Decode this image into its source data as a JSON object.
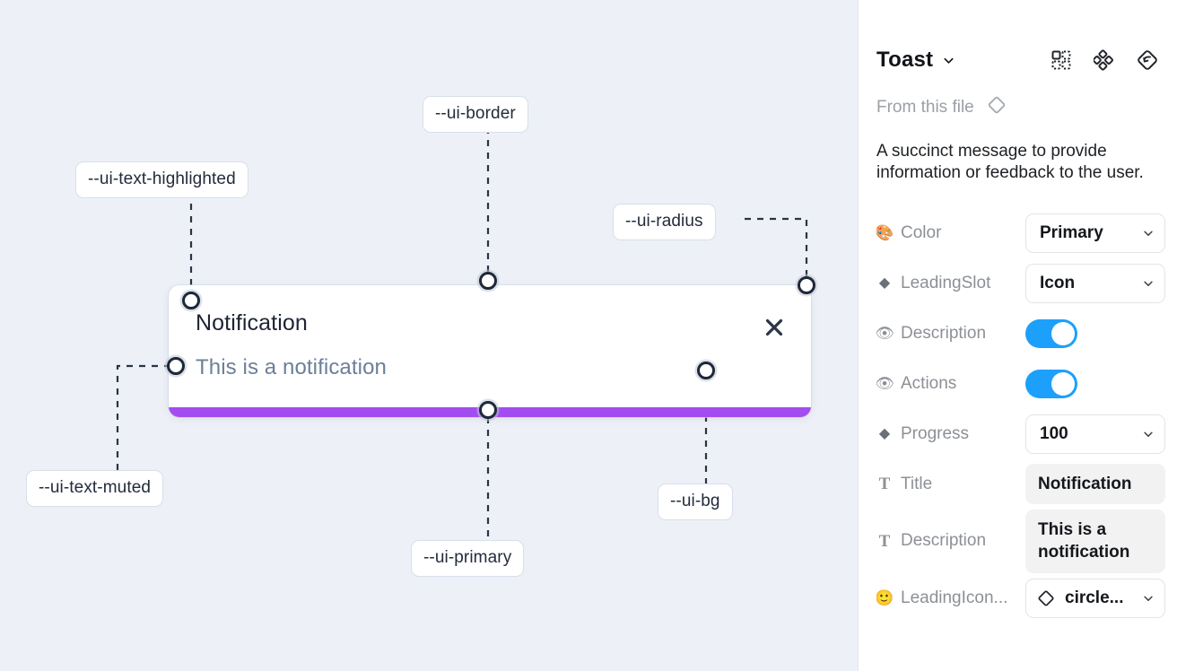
{
  "canvas": {
    "background_color": "#edf1f7",
    "annotations": [
      {
        "label": "--ui-text-highlighted",
        "name": "annotation-ui-text-highlighted"
      },
      {
        "label": "--ui-border",
        "name": "annotation-ui-border"
      },
      {
        "label": "--ui-radius",
        "name": "annotation-ui-radius"
      },
      {
        "label": "--ui-text-muted",
        "name": "annotation-ui-text-muted"
      },
      {
        "label": "--ui-primary",
        "name": "annotation-ui-primary"
      },
      {
        "label": "--ui-bg",
        "name": "annotation-ui-bg"
      }
    ],
    "toast": {
      "title": "Notification",
      "description": "This is a notification",
      "close_icon": "close-x-icon",
      "progress_color": "#a34df0",
      "background_color": "#ffffff"
    }
  },
  "panel": {
    "title": "Toast",
    "title_caret_icon": "chevron-down-icon",
    "header_icons": [
      {
        "name": "component-grid-icon"
      },
      {
        "name": "variants-diamond-cluster-icon"
      },
      {
        "name": "reset-revert-icon"
      }
    ],
    "from_file": {
      "label": "From this file",
      "icon": "diamond-component-icon"
    },
    "description": "A succinct message to provide information or feedback to the user.",
    "properties": [
      {
        "name": "color",
        "icon": "palette-emoji",
        "icon_glyph": "🎨",
        "label": "Color",
        "control": "select",
        "value": "Primary"
      },
      {
        "name": "leading-slot",
        "icon": "diamond-icon",
        "icon_glyph": "◆",
        "label": "LeadingSlot",
        "control": "select",
        "value": "Icon"
      },
      {
        "name": "description-visibility",
        "icon": "eye-emoji",
        "icon_glyph": "👁",
        "label": "Description",
        "control": "toggle",
        "value": "on"
      },
      {
        "name": "actions-visibility",
        "icon": "eye-emoji",
        "icon_glyph": "👁",
        "label": "Actions",
        "control": "toggle",
        "value": "on"
      },
      {
        "name": "progress",
        "icon": "diamond-icon",
        "icon_glyph": "◆",
        "label": "Progress",
        "control": "select",
        "value": "100"
      },
      {
        "name": "title",
        "icon": "text-t-icon",
        "icon_glyph": "T",
        "label": "Title",
        "control": "textfield",
        "value": "Notification"
      },
      {
        "name": "description-text",
        "icon": "text-t-icon",
        "icon_glyph": "T",
        "label": "Description",
        "control": "textfield",
        "value": "This is a notification"
      },
      {
        "name": "leading-icon",
        "icon": "smiley-emoji",
        "icon_glyph": "🙂",
        "label": "LeadingIcon...",
        "control": "select-with-icon",
        "value": "circle...",
        "value_icon": "diamond-component-icon"
      }
    ],
    "toggle_on_color": "#1ca0fb"
  }
}
